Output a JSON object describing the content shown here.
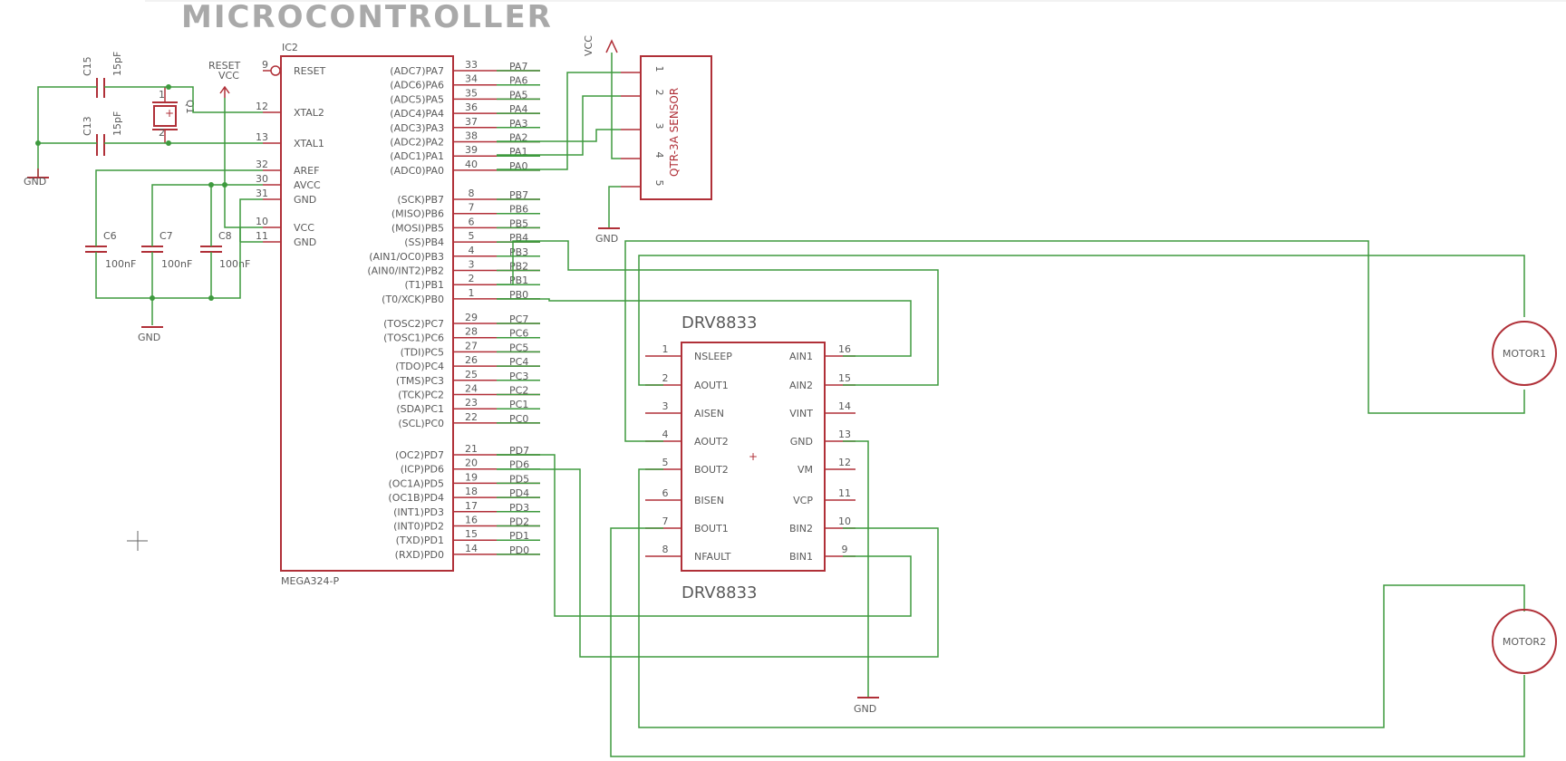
{
  "title": "MICROCONTROLLER",
  "ic2": {
    "ref": "IC2",
    "value": "MEGA324-P",
    "left_pins": [
      {
        "num": "9",
        "name": "RESET"
      },
      {
        "num": "12",
        "name": "XTAL2"
      },
      {
        "num": "13",
        "name": "XTAL1"
      },
      {
        "num": "32",
        "name": "AREF"
      },
      {
        "num": "30",
        "name": "AVCC"
      },
      {
        "num": "31",
        "name": "GND"
      },
      {
        "num": "10",
        "name": "VCC"
      },
      {
        "num": "11",
        "name": "GND"
      }
    ],
    "right_pins": [
      {
        "num": "33",
        "name": "(ADC7)PA7",
        "net": "PA7"
      },
      {
        "num": "34",
        "name": "(ADC6)PA6",
        "net": "PA6"
      },
      {
        "num": "35",
        "name": "(ADC5)PA5",
        "net": "PA5"
      },
      {
        "num": "36",
        "name": "(ADC4)PA4",
        "net": "PA4"
      },
      {
        "num": "37",
        "name": "(ADC3)PA3",
        "net": "PA3"
      },
      {
        "num": "38",
        "name": "(ADC2)PA2",
        "net": "PA2"
      },
      {
        "num": "39",
        "name": "(ADC1)PA1",
        "net": "PA1"
      },
      {
        "num": "40",
        "name": "(ADC0)PA0",
        "net": "PA0"
      },
      {
        "num": "8",
        "name": "(SCK)PB7",
        "net": "PB7"
      },
      {
        "num": "7",
        "name": "(MISO)PB6",
        "net": "PB6"
      },
      {
        "num": "6",
        "name": "(MOSI)PB5",
        "net": "PB5"
      },
      {
        "num": "5",
        "name": "(SS)PB4",
        "net": "PB4"
      },
      {
        "num": "4",
        "name": "(AIN1/OC0)PB3",
        "net": "PB3"
      },
      {
        "num": "3",
        "name": "(AIN0/INT2)PB2",
        "net": "PB2"
      },
      {
        "num": "2",
        "name": "(T1)PB1",
        "net": "PB1"
      },
      {
        "num": "1",
        "name": "(T0/XCK)PB0",
        "net": "PB0"
      },
      {
        "num": "29",
        "name": "(TOSC2)PC7",
        "net": "PC7"
      },
      {
        "num": "28",
        "name": "(TOSC1)PC6",
        "net": "PC6"
      },
      {
        "num": "27",
        "name": "(TDI)PC5",
        "net": "PC5"
      },
      {
        "num": "26",
        "name": "(TDO)PC4",
        "net": "PC4"
      },
      {
        "num": "25",
        "name": "(TMS)PC3",
        "net": "PC3"
      },
      {
        "num": "24",
        "name": "(TCK)PC2",
        "net": "PC2"
      },
      {
        "num": "23",
        "name": "(SDA)PC1",
        "net": "PC1"
      },
      {
        "num": "22",
        "name": "(SCL)PC0",
        "net": "PC0"
      },
      {
        "num": "21",
        "name": "(OC2)PD7",
        "net": "PD7"
      },
      {
        "num": "20",
        "name": "(ICP)PD6",
        "net": "PD6"
      },
      {
        "num": "19",
        "name": "(OC1A)PD5",
        "net": "PD5"
      },
      {
        "num": "18",
        "name": "(OC1B)PD4",
        "net": "PD4"
      },
      {
        "num": "17",
        "name": "(INT1)PD3",
        "net": "PD3"
      },
      {
        "num": "16",
        "name": "(INT0)PD2",
        "net": "PD2"
      },
      {
        "num": "15",
        "name": "(TXD)PD1",
        "net": "PD1"
      },
      {
        "num": "14",
        "name": "(RXD)PD0",
        "net": "PD0"
      }
    ]
  },
  "drv": {
    "top_label": "DRV8833",
    "bottom_label": "DRV8833",
    "left_pins": [
      {
        "num": "1",
        "name": "NSLEEP"
      },
      {
        "num": "2",
        "name": "AOUT1"
      },
      {
        "num": "3",
        "name": "AISEN"
      },
      {
        "num": "4",
        "name": "AOUT2"
      },
      {
        "num": "5",
        "name": "BOUT2"
      },
      {
        "num": "6",
        "name": "BISEN"
      },
      {
        "num": "7",
        "name": "BOUT1"
      },
      {
        "num": "8",
        "name": "NFAULT"
      }
    ],
    "right_pins": [
      {
        "num": "16",
        "name": "AIN1"
      },
      {
        "num": "15",
        "name": "AIN2"
      },
      {
        "num": "14",
        "name": "VINT"
      },
      {
        "num": "13",
        "name": "GND"
      },
      {
        "num": "12",
        "name": "VM"
      },
      {
        "num": "11",
        "name": "VCP"
      },
      {
        "num": "10",
        "name": "BIN2"
      },
      {
        "num": "9",
        "name": "BIN1"
      }
    ]
  },
  "sensor": {
    "name": "QTR-3A SENSOR",
    "pins": [
      "1",
      "2",
      "3",
      "4",
      "5"
    ]
  },
  "caps": [
    {
      "ref": "C15",
      "value": "15pF"
    },
    {
      "ref": "C13",
      "value": "15pF"
    },
    {
      "ref": "C6",
      "value": "100nF"
    },
    {
      "ref": "C7",
      "value": "100nF"
    },
    {
      "ref": "C8",
      "value": "100nF"
    }
  ],
  "crystal": {
    "ref": "Q1",
    "pin1": "1",
    "pin2": "2"
  },
  "labels": {
    "reset": "RESET",
    "vcc_reset": "VCC",
    "vcc_sensor": "VCC",
    "gnd": "GND"
  },
  "motors": [
    "MOTOR1",
    "MOTOR2"
  ]
}
